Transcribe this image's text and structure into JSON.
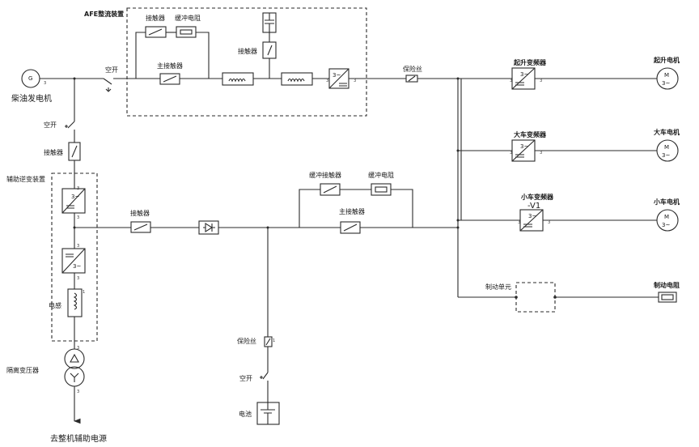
{
  "labels": {
    "afe_title": "AFE整流装置",
    "afe_contactor": "接触器",
    "afe_buffer_resistor": "缓冲电阻",
    "afe_main_contactor": "主接触器",
    "afe_cap_contactor": "接触器",
    "air_switch_top": "空开",
    "generator": "柴油发电机",
    "generator_symbol": "G",
    "fuse_top": "保险丝",
    "hoist_vfd": "起升变频器",
    "hoist_motor": "起升电机",
    "trolley_big_vfd": "大车变频器",
    "trolley_big_motor": "大车电机",
    "trolley_small_vfd": "小车变频器",
    "trolley_small_tag": "-V1",
    "trolley_small_motor": "小车电机",
    "brake_unit": "制动单元",
    "brake_resistor": "制动电阻",
    "air_switch_left": "空开",
    "contactor_left": "接触器",
    "aux_inverter": "辅助逆变装置",
    "inductor": "电感",
    "isolation_transformer": "隔离变压器",
    "aux_power": "去整机辅助电源",
    "contactor_dc": "接触器",
    "buffer_contactor": "缓冲接触器",
    "buffer_resistor": "缓冲电阻",
    "main_contactor": "主接触器",
    "fuse_battery": "保险丝",
    "air_switch_battery": "空开",
    "battery": "电池",
    "motor_symbol": "M",
    "motor_phase": "3~",
    "vfd_phase": "3~"
  }
}
